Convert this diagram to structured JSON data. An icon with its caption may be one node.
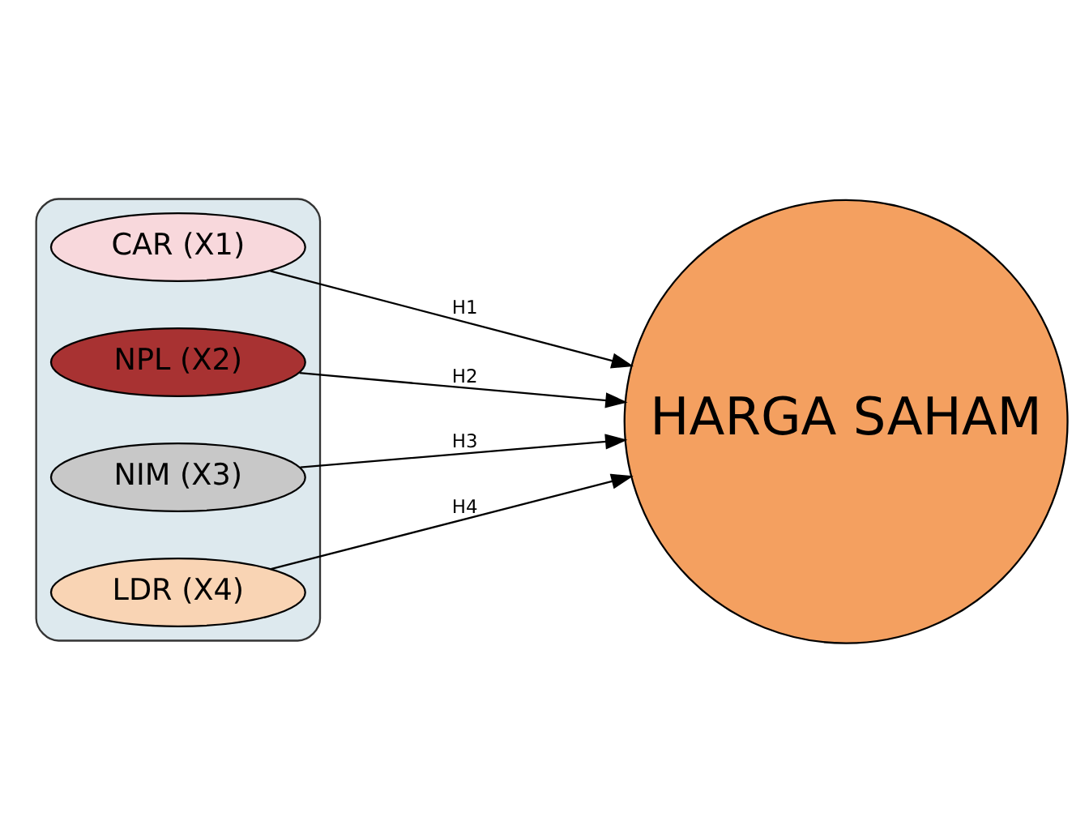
{
  "diagram": {
    "nodes": [
      {
        "text": [],
        "shape": "box"
      },
      {
        "text": [
          "CAR (X1)"
        ],
        "in": 0
      },
      {
        "text": [
          "NPL (X2)"
        ],
        "in": 0
      },
      {
        "text": [
          "NIM (X3)"
        ],
        "in": 0
      },
      {
        "text": [
          "LDR (X4)"
        ],
        "in": 0
      },
      {
        "text": [
          "HARGA SAHAM"
        ]
      }
    ],
    "edges": [
      {
        "from": 1,
        "to": 5,
        "arrow": "to",
        "label": "H1"
      },
      {
        "from": 2,
        "to": 5,
        "arrow": "to",
        "label": "H2"
      },
      {
        "from": 3,
        "to": 5,
        "arrow": "to",
        "label": "H3"
      },
      {
        "from": 4,
        "to": 5,
        "arrow": "to",
        "label": "H4"
      }
    ]
  }
}
